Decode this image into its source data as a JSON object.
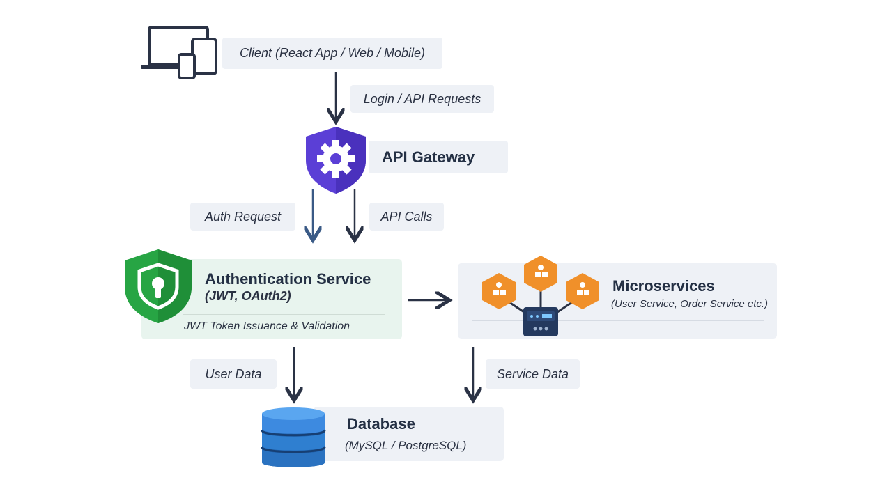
{
  "client": {
    "label": "Client (React App / Web / Mobile)"
  },
  "edges": {
    "login": "Login / API Requests",
    "auth_request": "Auth Request",
    "api_calls": "API Calls",
    "user_data": "User Data",
    "service_data": "Service Data"
  },
  "gateway": {
    "title": "API Gateway"
  },
  "auth": {
    "title": "Authentication Service",
    "subtitle": "(JWT, OAuth2)",
    "footer": "JWT Token Issuance & Validation"
  },
  "micro": {
    "title": "Microservices",
    "subtitle": "(User Service, Order Service etc.)"
  },
  "database": {
    "title": "Database",
    "subtitle": "(MySQL / PostgreSQL)"
  },
  "icons": [
    "devices-icon",
    "gear-shield-icon",
    "lock-shield-icon",
    "microservices-icon",
    "database-icon"
  ],
  "colors": {
    "arrow": "#2a3245",
    "gateway_shield": "#5b3fd6",
    "auth_shield": "#27a544",
    "micro_hex": "#f0902a",
    "db": "#2f7fd0",
    "auth_box": "#e8f4ee",
    "label_bg": "#eef1f6"
  }
}
